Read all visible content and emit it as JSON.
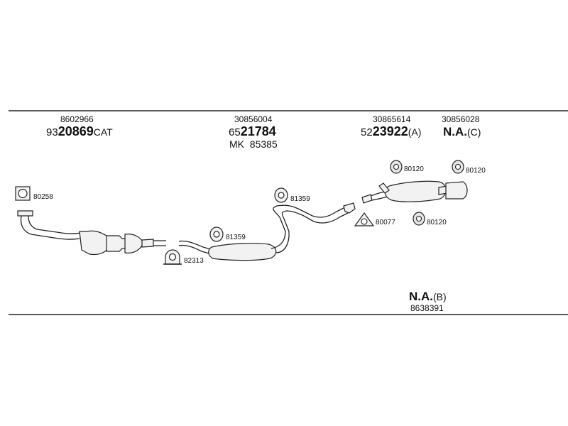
{
  "labels": {
    "cat_top": "8602966",
    "cat_pre": "93",
    "cat_big": "20869",
    "cat_suf": "CAT",
    "mid_top": "30856004",
    "mid_pre": "65",
    "mid_big": "21784",
    "mid_sub": "MK  85385",
    "rear_top": "30865614",
    "rear_pre": "52",
    "rear_big": "23922",
    "rear_suf": "(A)",
    "tail_top": "30856028",
    "tail_big": "N.A.",
    "tail_suf": "(C)",
    "bottom_big": "N.A.",
    "bottom_suf": "(B)",
    "bottom_sub": "8638391"
  },
  "refs": {
    "r80258": "80258",
    "r82313": "82313",
    "r81359a": "81359",
    "r81359b": "81359",
    "r80120a": "80120",
    "r80120b": "80120",
    "r80077": "80077",
    "r80120c": "80120"
  }
}
